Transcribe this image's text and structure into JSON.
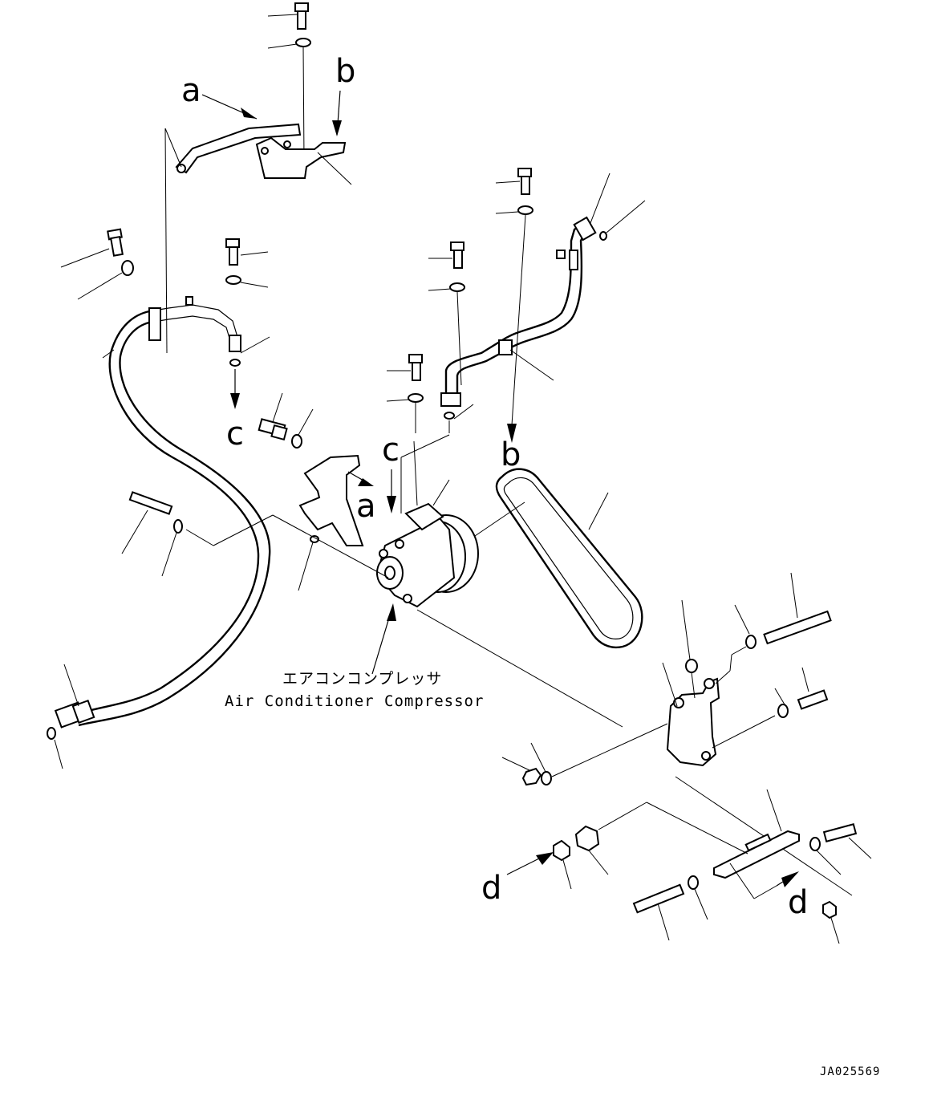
{
  "diagram": {
    "caption_ja": "エアコンコンプレッサ",
    "caption_en": "Air Conditioner Compressor",
    "drawing_code": "JA025569",
    "reference_labels": {
      "a_top": "a",
      "a_side": "a",
      "b_top": "b",
      "b_belt": "b",
      "c_left": "c",
      "c_center": "c",
      "d_left": "d",
      "d_right": "d"
    }
  }
}
